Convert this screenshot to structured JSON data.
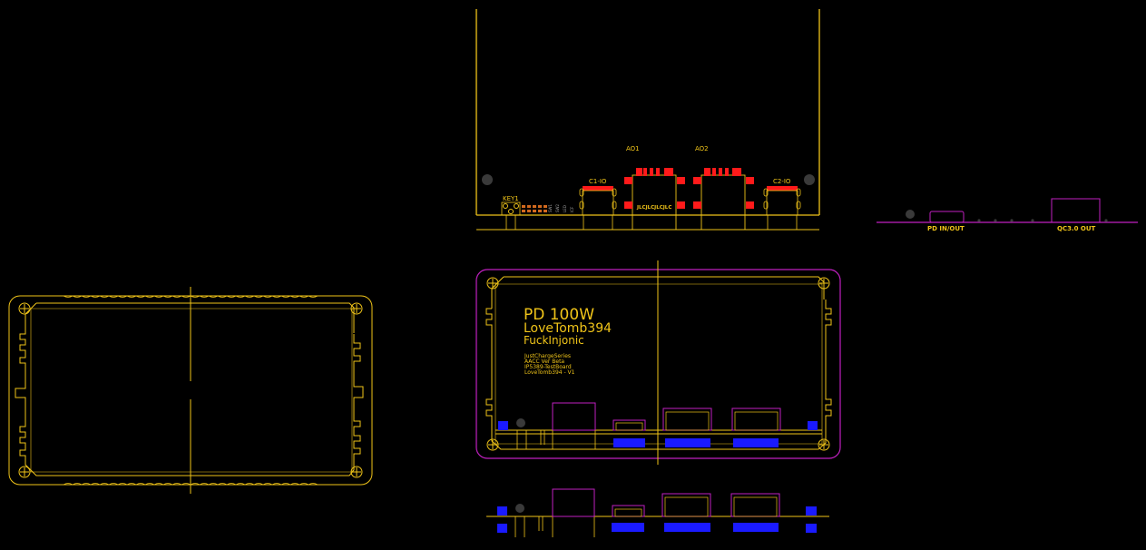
{
  "colors": {
    "background": "#000000",
    "outline": "#f0c419",
    "silkscreen": "#f0c419",
    "courtyard": "#c020c0",
    "copper_pad": "#ff1a1a",
    "bottom_copper": "#1a1aff",
    "hole": "#3a3a3a",
    "gray_text": "#9a9a9a"
  },
  "labels": {
    "ao1": "AO1",
    "ao2": "AO2",
    "c1_io": "C1-IO",
    "c2_io": "C2-IO",
    "key1": "KEY1",
    "jlc": "JLCJLCJLCJLC",
    "pd_in_out": "PD IN/OUT",
    "qc_out": "QC3.0 OUT"
  },
  "silk_text": {
    "line1": "PD 100W",
    "line2": "LoveTomb394",
    "line3": "FuckInjonic",
    "small1": "JustChargeSeries",
    "small2": "AACC Ver Beta",
    "small3": "IP5389-TestBoard",
    "small4": "LoveTomb394 - V1"
  },
  "side_labels": [
    "SW1",
    "SW2",
    "LED",
    "ICF"
  ]
}
